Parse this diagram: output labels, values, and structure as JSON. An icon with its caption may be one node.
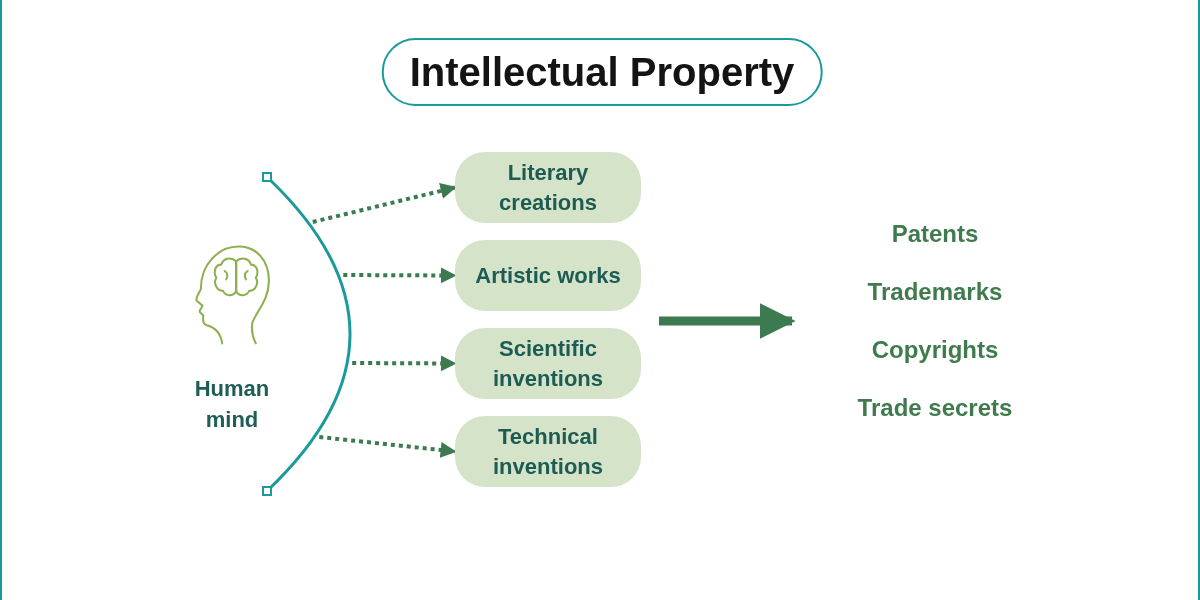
{
  "diagram": {
    "title": "Intellectual Property",
    "nodes": [
      {
        "text": [
          "Human mind"
        ]
      },
      {
        "text": [],
        "shape": "arc"
      },
      {
        "text": [
          "Literary creations"
        ]
      },
      {
        "text": [
          "Artistic works"
        ]
      },
      {
        "text": [
          "Scientific inventions"
        ]
      },
      {
        "text": [
          "Technical inventions"
        ]
      },
      {
        "text": [
          "Patents",
          "Trademarks",
          "Copyrights",
          "Trade secrets"
        ]
      }
    ],
    "edges": [
      {
        "from": 1,
        "to": 2,
        "arrow": "to",
        "style": "dashed"
      },
      {
        "from": 1,
        "to": 3,
        "arrow": "to",
        "style": "dashed"
      },
      {
        "from": 1,
        "to": 4,
        "arrow": "to",
        "style": "dashed"
      },
      {
        "from": 1,
        "to": 5,
        "arrow": "to",
        "style": "dashed"
      },
      {
        "from": null,
        "to": 6,
        "arrow": "to",
        "style": "thick"
      }
    ]
  }
}
